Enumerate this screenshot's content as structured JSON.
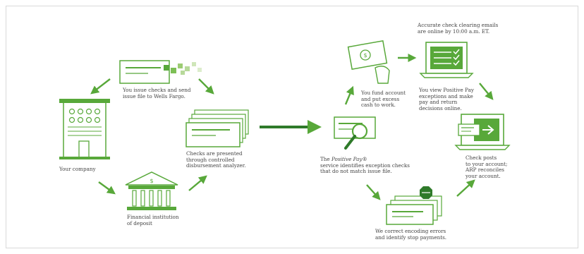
{
  "colors": {
    "green": "#58a83a",
    "dark_green": "#2f7a2a",
    "light_green": "#b7d99a",
    "ink": "#444444",
    "frame": "#d9d9d9"
  },
  "icons": [
    "check-icon",
    "bank-building-icon",
    "office-building-icon",
    "magnifier-icon",
    "monitor-icon",
    "hand-check-icon",
    "stop-sign-icon"
  ],
  "captions": {
    "issue": "You issue checks and send\nissue file to Wells Fargo.",
    "company": "Your company",
    "institution": "Financial institution\nof deposit",
    "presented": "Checks are presented\nthrough controlled\ndisbursement analyzer.",
    "ppay_name": "Positive Pay",
    "ppay_before": "The ",
    "ppay_after": "®\nservice identifies exception checks\nthat do not match issue file.",
    "fund": "You fund account\nand put excess\ncash to work.",
    "emails": "Accurate check clearing emails\nare online by 10:00 a.m. ET.",
    "view": "You view Positive Pay\nexceptions and make\npay and return\ndecisions online.",
    "correct": "We correct encoding errors\nand identify stop payments.",
    "posts": "Check posts\nto your account;\nARP reconciles\nyour account."
  }
}
